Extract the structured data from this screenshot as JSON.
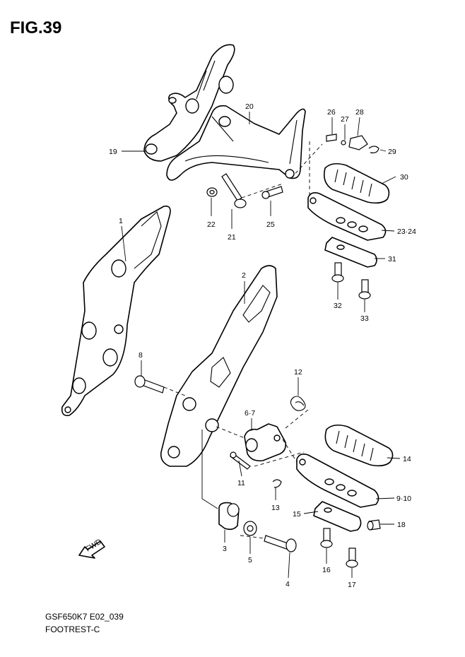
{
  "header": {
    "figure_title": "FIG.39"
  },
  "footer": {
    "model_code": "GSF650K7 E02_039",
    "section_name": "FOOTREST-C"
  },
  "callouts": {
    "c1": "1",
    "c2": "2",
    "c3": "3",
    "c4": "4",
    "c5": "5",
    "c67": "6·7",
    "c8": "8",
    "c910": "9·10",
    "c11": "11",
    "c12": "12",
    "c13": "13",
    "c14": "14",
    "c15": "15",
    "c16": "16",
    "c17": "17",
    "c18": "18",
    "c19": "19",
    "c20": "20",
    "c21": "21",
    "c22": "22",
    "c2324": "23·24",
    "c25": "25",
    "c26": "26",
    "c27": "27",
    "c28": "28",
    "c29": "29",
    "c30": "30",
    "c31": "31",
    "c32": "32",
    "c33": "33"
  },
  "fwd_arrow": {
    "label": "FWD"
  }
}
